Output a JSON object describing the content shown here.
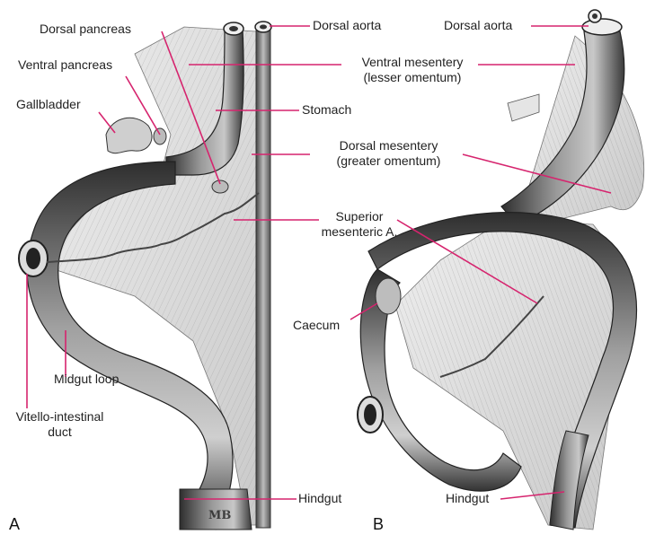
{
  "panel_a": {
    "letter": "A",
    "labels": {
      "dorsal_pancreas": "Dorsal pancreas",
      "ventral_pancreas": "Ventral pancreas",
      "gallbladder": "Gallbladder",
      "dorsal_aorta": "Dorsal aorta",
      "ventral_mesentery_1": "Ventral mesentery",
      "ventral_mesentery_2": "(lesser omentum)",
      "stomach": "Stomach",
      "dorsal_mesentery_1": "Dorsal mesentery",
      "dorsal_mesentery_2": "(greater omentum)",
      "superior_mesenteric_1": "Superior",
      "superior_mesenteric_2": "mesenteric A.",
      "midgut_loop": "Midgut loop",
      "vitello_1": "Vitello-intestinal",
      "vitello_2": "duct",
      "hindgut": "Hindgut"
    },
    "signature": "MB"
  },
  "panel_b": {
    "letter": "B",
    "labels": {
      "dorsal_aorta": "Dorsal aorta",
      "caecum": "Caecum",
      "hindgut": "Hindgut"
    }
  },
  "colors": {
    "leader": "#d6246e",
    "tissue_dark": "#3a3a3a",
    "tissue_mid": "#8a8a8a",
    "tissue_light": "#d9d9d9"
  }
}
